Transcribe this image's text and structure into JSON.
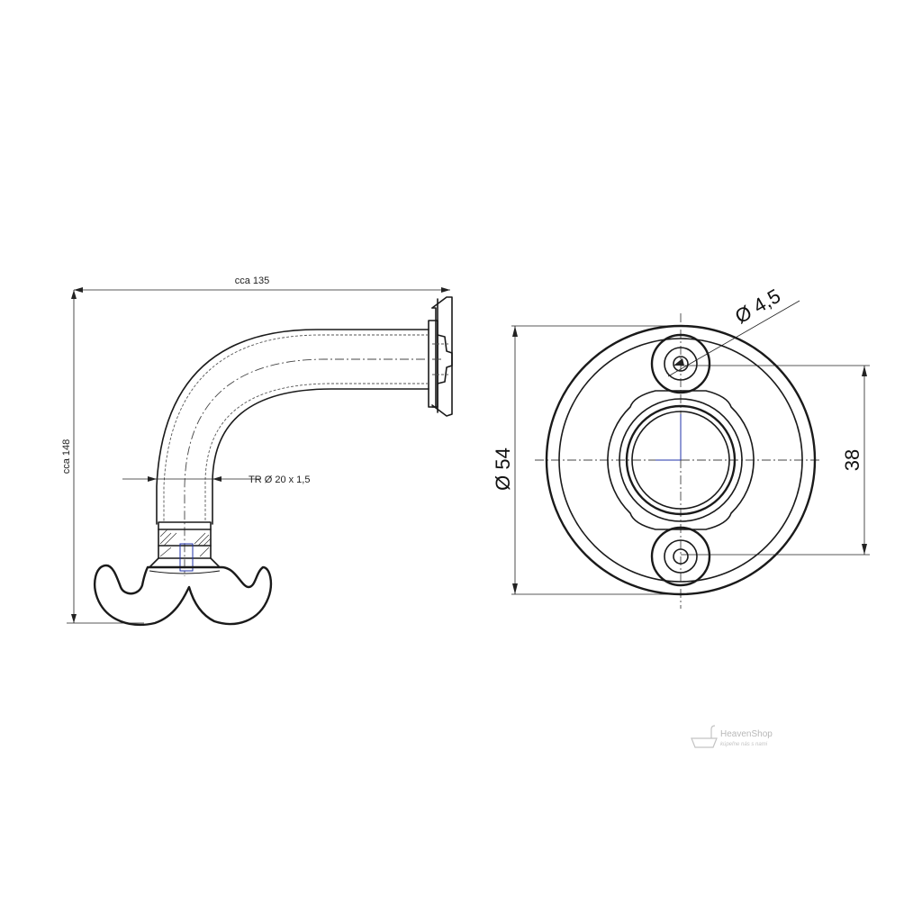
{
  "side_view": {
    "width_dim": "cca 135",
    "height_dim": "cca 148",
    "thread_callout": "TR Ø 20 x 1,5"
  },
  "front_view": {
    "outer_diameter_dim": "Ø 54",
    "hole_spacing_dim": "38",
    "hole_diameter_dim": "Ø 4,5"
  },
  "watermark": {
    "brand": "HeavenShop",
    "tagline": "kúpeľne nás s nami",
    "logo_icon": "bathtub-icon"
  },
  "colors": {
    "line": "#1a1a1a",
    "centerline_accent": "#2233aa",
    "watermark": "#b8b8b8"
  }
}
